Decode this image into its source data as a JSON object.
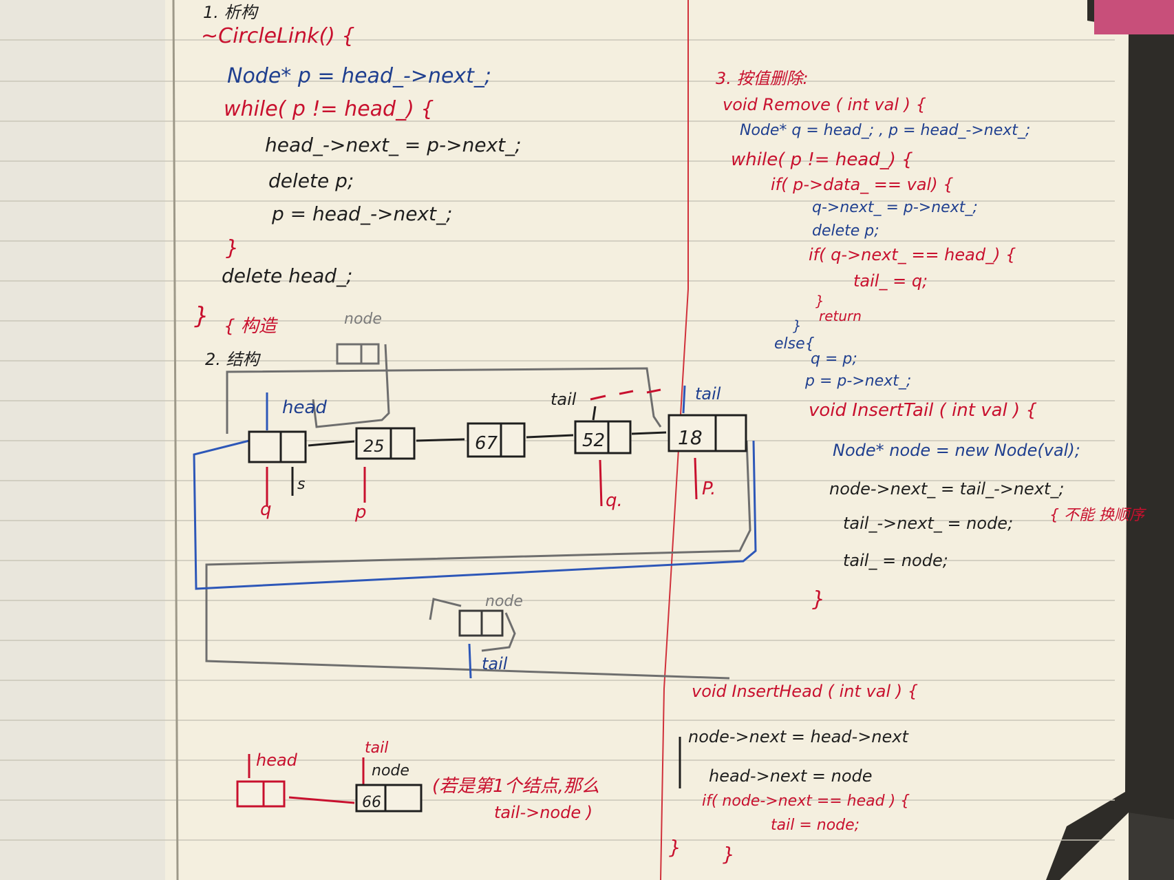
{
  "header": {
    "section1": "1. 析构"
  },
  "destructor": {
    "signature": "~CircleLink() {",
    "line1": "Node* p = head_->next_;",
    "line2": "while( p != head_) {",
    "line3": "head_->next_ = p->next_;",
    "line4": "delete p;",
    "line5": "p = head_->next_;",
    "close_inner": "}",
    "line6": "delete head_;",
    "close_outer": "}"
  },
  "construct_note": "{ 构造",
  "section2": "2. 结构",
  "diagram": {
    "node_top_label": "node",
    "head_label": "head",
    "tail_label": "tail",
    "values": [
      "25",
      "67",
      "52",
      "18"
    ],
    "ptr_q": "q",
    "ptr_s": "s",
    "ptr_p": "p",
    "ptr_q1": "q.",
    "ptr_p1": "P.",
    "node_bottom_label": "node",
    "tail_bottom_label": "tail"
  },
  "remove": {
    "title": "3. 按值删除:",
    "sig": "void Remove ( int val ) {",
    "l1": "Node* q = head_;  , p = head_->next_;",
    "l2": "while( p != head_) {",
    "l3": "if( p->data_ == val) {",
    "l4": "q->next_ = p->next_;",
    "l5": "delete p;",
    "l6": "if( q->next_ == head_) {",
    "l7": "tail_ = q;",
    "l8": "}",
    "l9": "return",
    "l10": "}",
    "l11": "else{",
    "l12": "q = p;",
    "l13": "p = p->next_;"
  },
  "insert_tail": {
    "sig": "void InsertTail ( int val ) {",
    "l1": "Node* node = new Node(val);",
    "l2": "node->next_ = tail_->next_;",
    "l3": "tail_->next_ = node;",
    "l4": "tail_ = node;",
    "note": "{ 不能 换顺序",
    "close": "}"
  },
  "insert_head": {
    "sig": "void InsertHead ( int val ) {",
    "l1": "node->next = head->next",
    "l2": "head->next = node",
    "l3": "if( node->next == head ) {",
    "l4": "tail = node;",
    "close_inner": "}",
    "close_outer": "}"
  },
  "bottom_example": {
    "head": "head",
    "tail": "tail",
    "node": "node",
    "value": "66",
    "note": "(若是第1个结点,那么",
    "note2": "tail->node )"
  }
}
